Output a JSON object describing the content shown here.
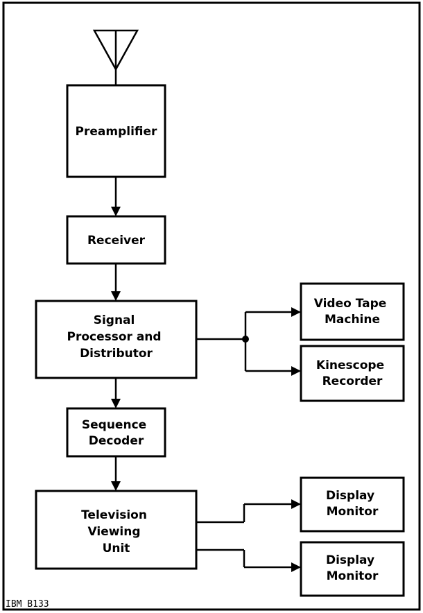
{
  "blocks": {
    "preamplifier": {
      "lines": [
        "Preamplifier"
      ]
    },
    "receiver": {
      "lines": [
        "Receiver"
      ]
    },
    "signal_processor": {
      "lines": [
        "Signal",
        "Processor and",
        "Distributor"
      ]
    },
    "video_tape": {
      "lines": [
        "Video Tape",
        "Machine"
      ]
    },
    "kinescope": {
      "lines": [
        "Kinescope",
        "Recorder"
      ]
    },
    "sequence_decoder": {
      "lines": [
        "Sequence",
        "Decoder"
      ]
    },
    "tv_viewing_unit": {
      "lines": [
        "Television",
        "Viewing",
        "Unit"
      ]
    },
    "display_monitor_1": {
      "lines": [
        "Display",
        "Monitor"
      ]
    },
    "display_monitor_2": {
      "lines": [
        "Display",
        "Monitor"
      ]
    }
  },
  "caption": "IBM B133",
  "icons": {
    "antenna": "antenna-icon"
  },
  "colors": {
    "line": "#000000",
    "background": "#ffffff"
  }
}
